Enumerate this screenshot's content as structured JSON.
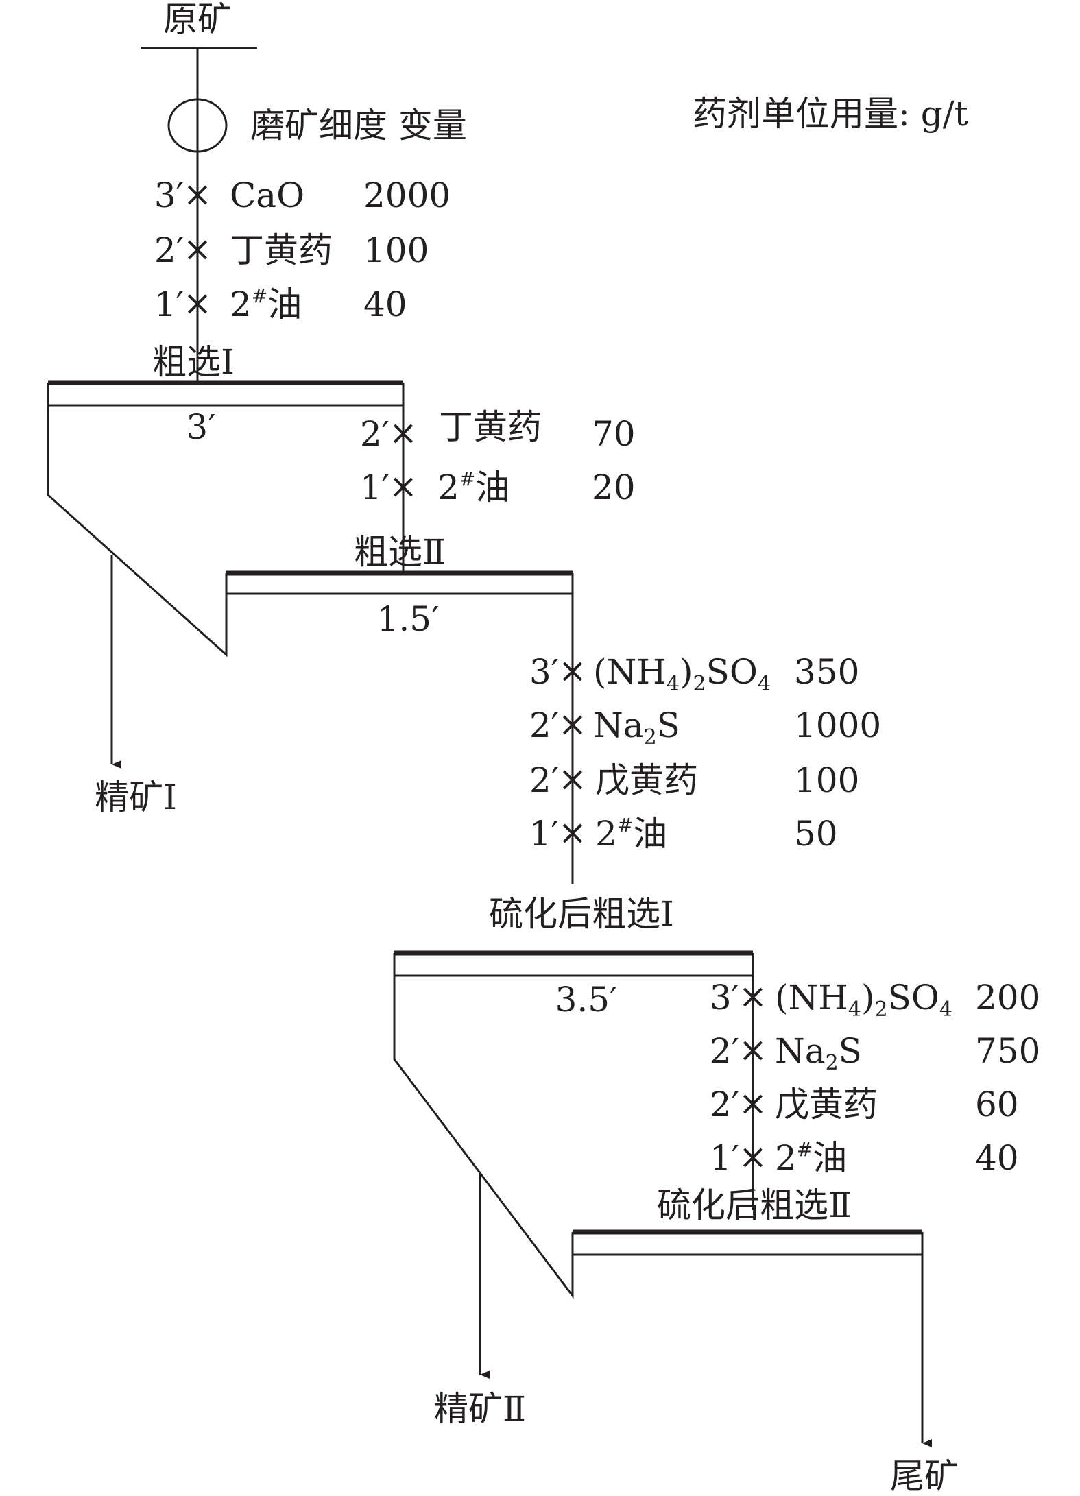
{
  "feed": {
    "label": "原矿"
  },
  "grinding": {
    "label": "磨矿细度 变量"
  },
  "unit_note": "药剂单位用量: g/t",
  "cross_mark": "×",
  "stages": [
    {
      "name": "粗选Ⅰ",
      "time": "3′",
      "reagents": [
        {
          "time": "3′",
          "name": "CaO",
          "dose": "2000"
        },
        {
          "time": "2′",
          "name": "丁黄药",
          "dose": "100"
        },
        {
          "time": "1′",
          "name_main": "2",
          "name_sup": "#",
          "name_rest": "油",
          "dose": "40"
        }
      ]
    },
    {
      "name": "粗选Ⅱ",
      "time": "1.5′",
      "reagents": [
        {
          "time": "2′",
          "name": "丁黄药",
          "dose": "70"
        },
        {
          "time": "1′",
          "name_main": "2",
          "name_sup": "#",
          "name_rest": "油",
          "dose": "20"
        }
      ]
    },
    {
      "name": "硫化后粗选Ⅰ",
      "time": "3.5′",
      "reagents": [
        {
          "time": "3′",
          "name_parts": [
            "(NH",
            "4",
            ")",
            "2",
            "SO",
            "4"
          ],
          "dose": "350"
        },
        {
          "time": "2′",
          "name_parts": [
            "Na",
            "2",
            "S"
          ],
          "dose": "1000"
        },
        {
          "time": "2′",
          "name": "戊黄药",
          "dose": "100"
        },
        {
          "time": "1′",
          "name_main": "2",
          "name_sup": "#",
          "name_rest": "油",
          "dose": "50"
        }
      ]
    },
    {
      "name": "硫化后粗选Ⅱ",
      "reagents": [
        {
          "time": "3′",
          "name_parts": [
            "(NH",
            "4",
            ")",
            "2",
            "SO",
            "4"
          ],
          "dose": "200"
        },
        {
          "time": "2′",
          "name_parts": [
            "Na",
            "2",
            "S"
          ],
          "dose": "750"
        },
        {
          "time": "2′",
          "name": "戊黄药",
          "dose": "60"
        },
        {
          "time": "1′",
          "name_main": "2",
          "name_sup": "#",
          "name_rest": "油",
          "dose": "40"
        }
      ]
    }
  ],
  "products": {
    "concentrate_1": "精矿Ⅰ",
    "concentrate_2": "精矿Ⅱ",
    "tailings": "尾矿"
  }
}
